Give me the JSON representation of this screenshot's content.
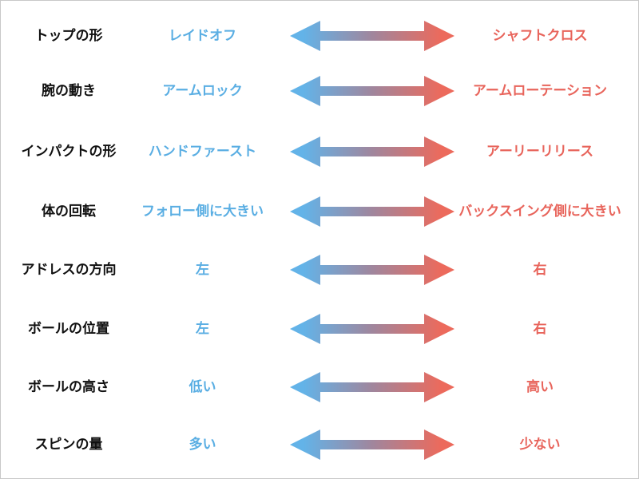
{
  "colors": {
    "left": "#5aaee3",
    "right": "#e8645b",
    "label": "#111111"
  },
  "rows": [
    {
      "label": "トップの形",
      "left": "レイドオフ",
      "right": "シャフトクロス"
    },
    {
      "label": "腕の動き",
      "left": "アームロック",
      "right": "アームローテーション"
    },
    {
      "label": "インパクトの形",
      "left": "ハンドファースト",
      "right": "アーリーリリース"
    },
    {
      "label": "体の回転",
      "left": "フォロー側に大きい",
      "right": "バックスイング側に大きい"
    },
    {
      "label": "アドレスの方向",
      "left": "左",
      "right": "右"
    },
    {
      "label": "ボールの位置",
      "left": "左",
      "right": "右"
    },
    {
      "label": "ボールの高さ",
      "left": "低い",
      "right": "高い"
    },
    {
      "label": "スピンの量",
      "left": "多い",
      "right": "少ない"
    }
  ]
}
